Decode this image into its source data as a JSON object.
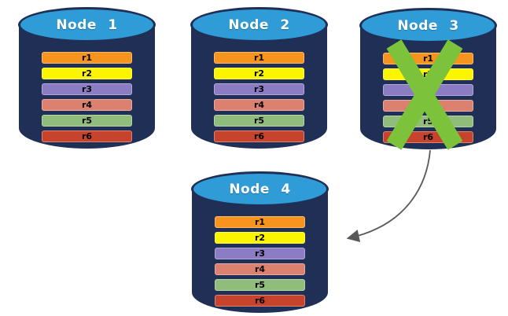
{
  "diagram": {
    "description": "Database replication failover diagram: four nodes each storing rows r1-r6; Node 3 is failed (green X) and its data is redirected to Node 4 via an arrow.",
    "background": "#ffffff"
  },
  "colors": {
    "cylinder_body": "#1F2F55",
    "cylinder_top": "#2F9CD8",
    "cylinder_outline": "#1F2F55",
    "row_colors": [
      "#F7941E",
      "#FBF500",
      "#8B7CC3",
      "#DC8170",
      "#91BD7C",
      "#C7432B"
    ],
    "cross_green": "#7CC23A",
    "arrow_gray": "#595959"
  },
  "nodes": [
    {
      "title": "Node 1",
      "rows": [
        "r1",
        "r2",
        "r3",
        "r4",
        "r5",
        "r6"
      ]
    },
    {
      "title": "Node 2",
      "rows": [
        "r1",
        "r2",
        "r3",
        "r4",
        "r5",
        "r6"
      ]
    },
    {
      "title": "Node 3",
      "rows": [
        "r1",
        "r2",
        "r3",
        "r4",
        "r5",
        "r6"
      ]
    },
    {
      "title": "Node 4",
      "rows": [
        "r1",
        "r2",
        "r3",
        "r4",
        "r5",
        "r6"
      ]
    }
  ]
}
